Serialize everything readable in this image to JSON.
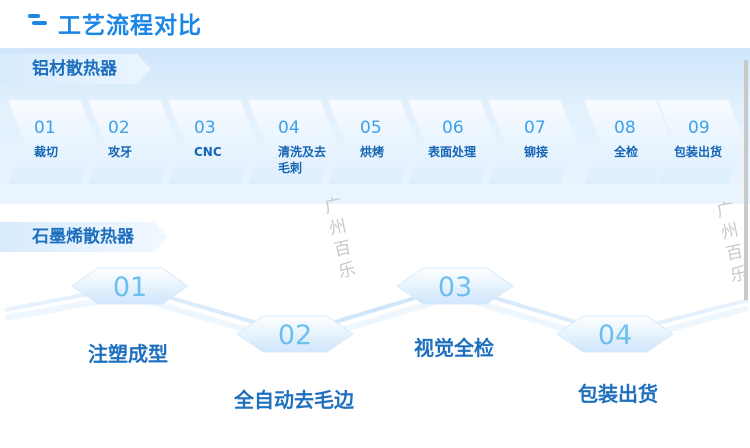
{
  "header": {
    "title": "工艺流程对比",
    "icon": "menu-lines-icon",
    "accent_color": "#1c86e6"
  },
  "section1": {
    "title": "铝材散热器",
    "steps": [
      {
        "num": "01",
        "label": "裁切"
      },
      {
        "num": "02",
        "label": "攻牙"
      },
      {
        "num": "03",
        "label": "CNC"
      },
      {
        "num": "04",
        "label": "清洗及去毛刺"
      },
      {
        "num": "05",
        "label": "烘烤"
      },
      {
        "num": "06",
        "label": "表面处理"
      },
      {
        "num": "07",
        "label": "铆接"
      },
      {
        "num": "08",
        "label": "全检"
      },
      {
        "num": "09",
        "label": "包装出货"
      }
    ]
  },
  "section2": {
    "title": "石墨烯散热器",
    "steps": [
      {
        "num": "01",
        "label": "注塑成型"
      },
      {
        "num": "02",
        "label": "全自动去毛边"
      },
      {
        "num": "03",
        "label": "视觉全检"
      },
      {
        "num": "04",
        "label": "包装出货"
      }
    ]
  },
  "watermark": "广州百乐"
}
